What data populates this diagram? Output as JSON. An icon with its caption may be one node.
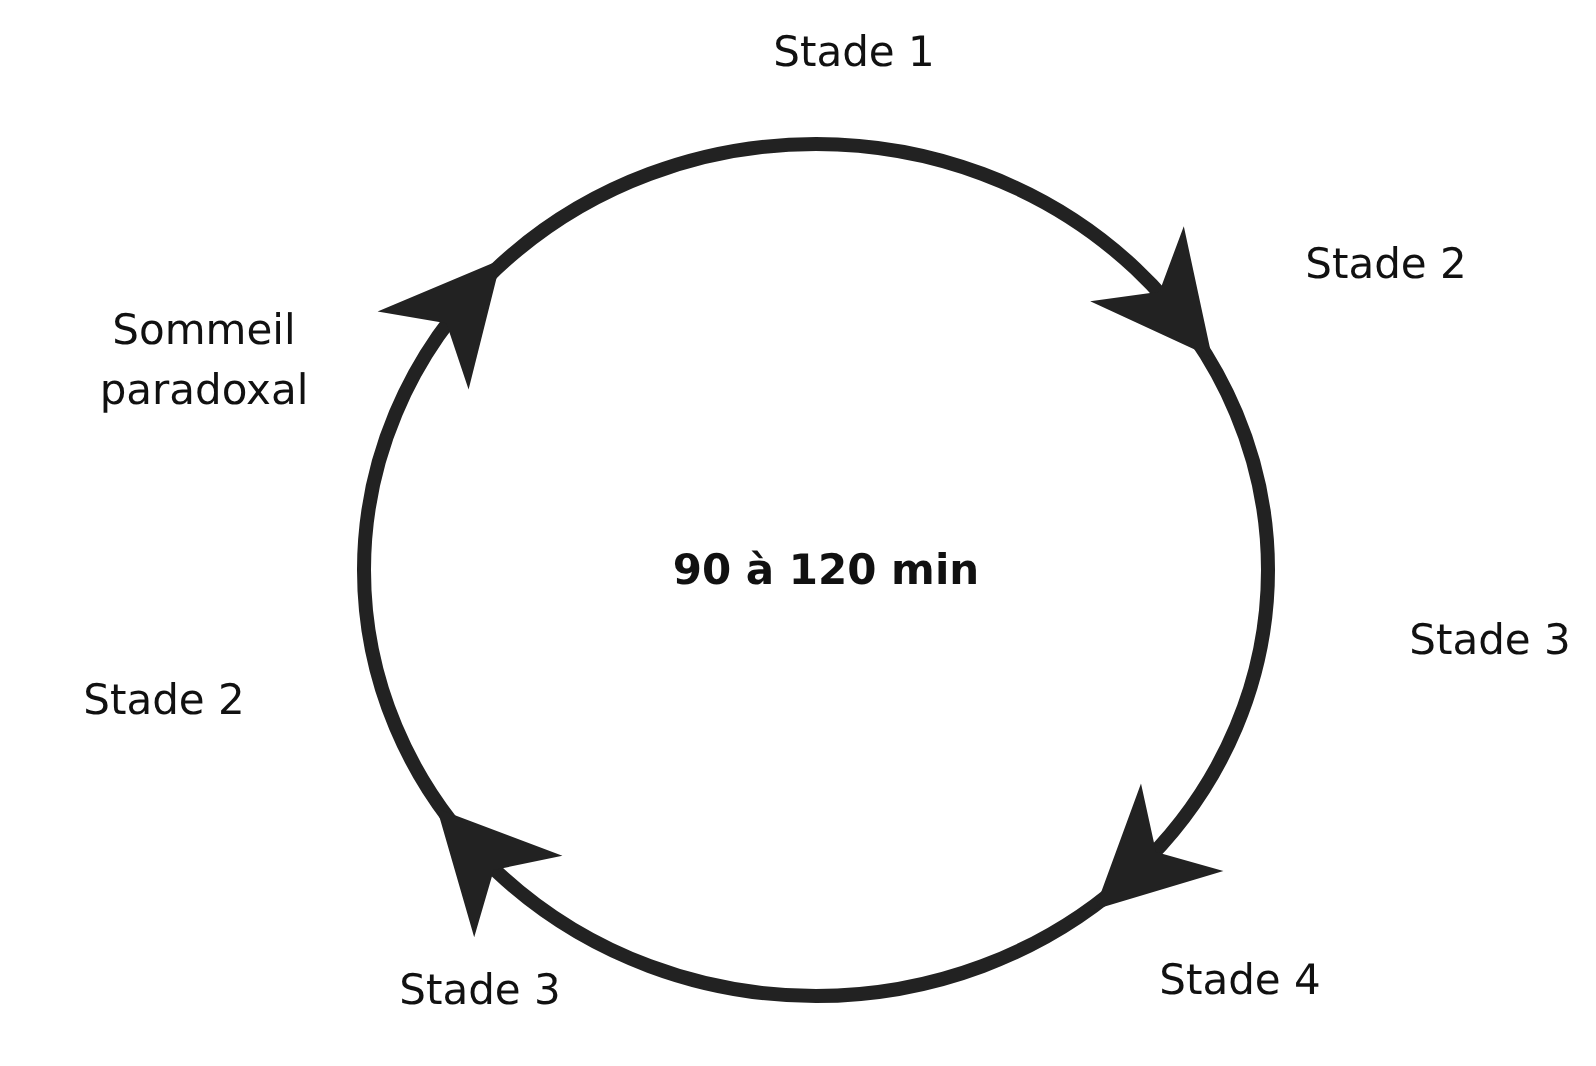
{
  "diagram": {
    "labels": [
      "Stade 1",
      "Stade 2",
      "Sommeil paradoxal",
      "90 à 120 min",
      "Stade 3",
      "Stade 2",
      "Stade 3",
      "Stade 4"
    ]
  }
}
